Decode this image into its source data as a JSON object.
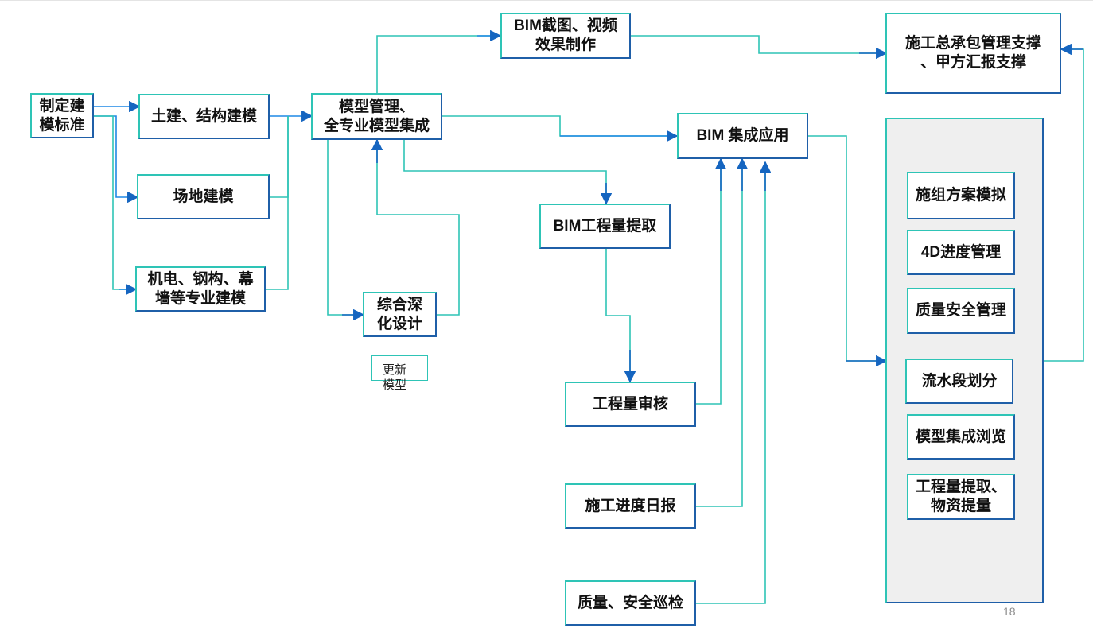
{
  "nodes": {
    "standard": {
      "line1": "制定建",
      "line2": "模标准"
    },
    "civil": "土建、结构建模",
    "site": "场地建模",
    "mep": {
      "line1": "机电、钢构、幕",
      "line2": "墙等专业建模"
    },
    "model_mgmt": {
      "line1": "模型管理、",
      "line2": "全专业模型集成"
    },
    "screenshot": {
      "line1": "BIM截图、视频",
      "line2": "效果制作"
    },
    "contractor": {
      "line1": "施工总承包管理支撑",
      "line2": "、甲方汇报支撑"
    },
    "bim_app": "BIM 集成应用",
    "quantity": "BIM工程量提取",
    "deepening": {
      "line1": "综合深",
      "line2": "化设计"
    },
    "update_model": {
      "line1": "更新",
      "line2": "模型"
    },
    "qty_review": "工程量审核",
    "daily_report": "施工进度日报",
    "inspection": "质量、安全巡检"
  },
  "panel_items": [
    {
      "line1": "施组方案模拟"
    },
    {
      "line1": "4D进度管理"
    },
    {
      "line1": "质量安全管理"
    },
    {
      "line1": "流水段划分"
    },
    {
      "line1": "模型集成浏览"
    },
    {
      "line1": "工程量提取、",
      "line2": "物资提量"
    }
  ],
  "page_number": "18",
  "colors": {
    "teal": "#2ec4b6",
    "blue": "#1f5fa8",
    "panel": "#efefef"
  }
}
